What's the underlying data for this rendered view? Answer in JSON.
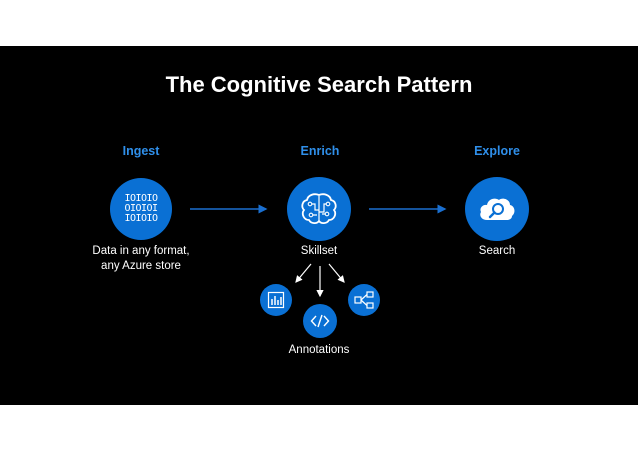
{
  "title": "The Cognitive Search Pattern",
  "stages": {
    "ingest": "Ingest",
    "enrich": "Enrich",
    "explore": "Explore"
  },
  "nodes": {
    "data": {
      "binary_lines": [
        "IOIOIO",
        "OIOIOI",
        "IOIOIO"
      ],
      "label_line1": "Data in any format,",
      "label_line2": "any Azure store"
    },
    "skillset": {
      "label": "Skillset",
      "icon": "brain-circuit-icon"
    },
    "search": {
      "label": "Search",
      "icon": "cloud-search-icon"
    }
  },
  "annotations": {
    "label": "Annotations",
    "icons": [
      "bar-chart-icon",
      "code-icon",
      "flow-diagram-icon"
    ]
  },
  "colors": {
    "background": "#000000",
    "accent": "#0a70d4",
    "stage_text": "#2f8fea",
    "arrow": "#1a6fd0"
  }
}
